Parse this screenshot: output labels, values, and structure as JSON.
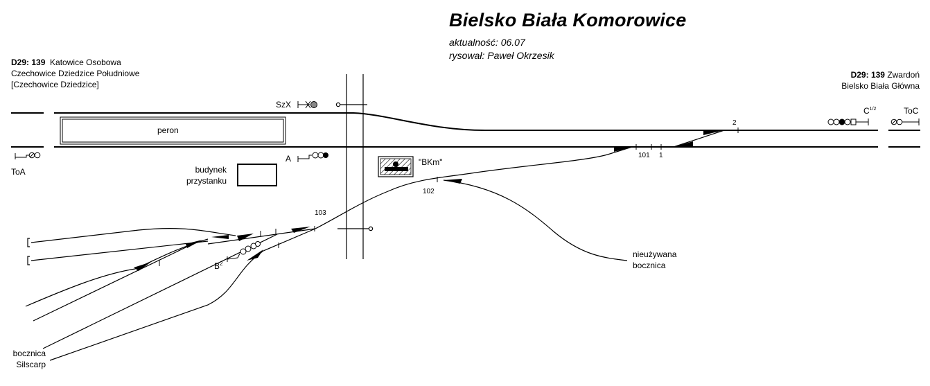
{
  "title": "Bielsko Biała Komorowice",
  "meta": {
    "updated": "aktualność: 06.07",
    "drawn_by": "rysował: Paweł Okrzesik"
  },
  "left_destination": {
    "line": "D29: 139",
    "station": "Katowice Osobowa",
    "via": "Czechowice Dziedzice Południowe",
    "alt": "[Czechowice Dziedzice]"
  },
  "right_destination": {
    "line": "D29: 139",
    "station": "Zwardoń",
    "via": "Bielsko Biała Główna"
  },
  "labels": {
    "platform": "peron",
    "building_line1": "budynek",
    "building_line2": "przystanku",
    "signal_box": "\"BKm\"",
    "siding_unused_line1": "nieużywana",
    "siding_unused_line2": "bocznica",
    "siding_left_line1": "bocznica",
    "siding_left_line2": "Silscarp"
  },
  "signals": {
    "szx": "SzX",
    "a": "A",
    "b": "B",
    "b_sup": "2",
    "c": "C",
    "c_sup": "1/2",
    "toa": "ToA",
    "toc": "ToC"
  },
  "switches": {
    "s2": "2",
    "s1": "1",
    "s101": "101",
    "s102": "102",
    "s103": "103"
  }
}
